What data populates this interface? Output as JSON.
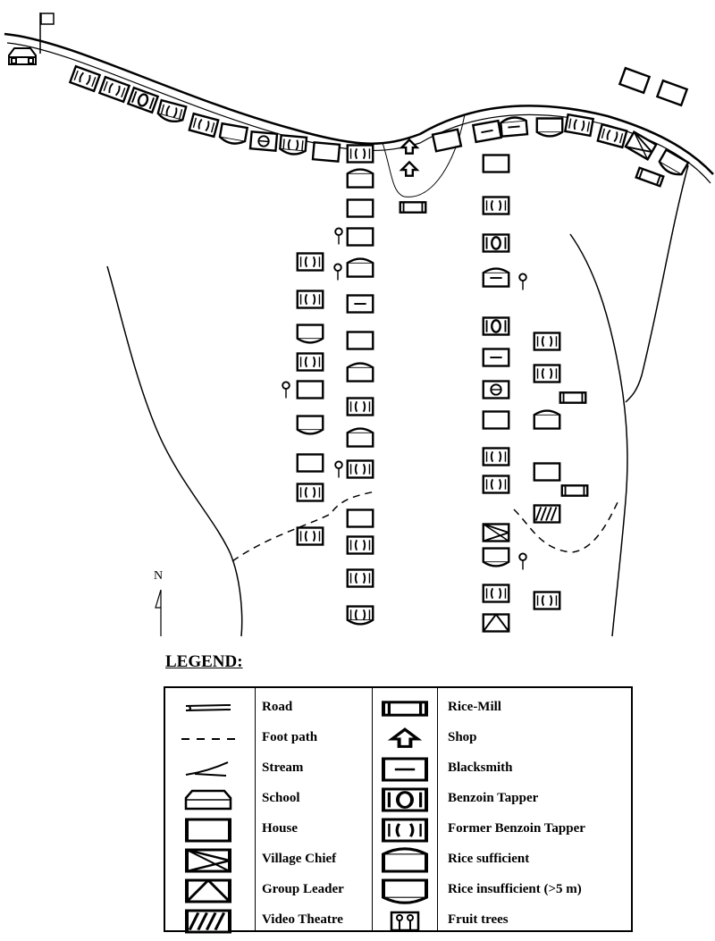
{
  "north_label": "N",
  "legend": {
    "title": "LEGEND:",
    "left": [
      {
        "icon": "road-icon",
        "label": "Road"
      },
      {
        "icon": "foot-path-icon",
        "label": "Foot path"
      },
      {
        "icon": "stream-icon",
        "label": "Stream"
      },
      {
        "icon": "school-icon",
        "label": "School"
      },
      {
        "icon": "house-icon",
        "label": "House"
      },
      {
        "icon": "village-chief-icon",
        "label": "Village Chief"
      },
      {
        "icon": "group-leader-icon",
        "label": "Group Leader"
      },
      {
        "icon": "video-theatre-icon",
        "label": "Video Theatre"
      }
    ],
    "right": [
      {
        "icon": "rice-mill-icon",
        "label": "Rice-Mill"
      },
      {
        "icon": "shop-icon",
        "label": "Shop"
      },
      {
        "icon": "blacksmith-icon",
        "label": "Blacksmith"
      },
      {
        "icon": "benzoin-tapper-icon",
        "label": "Benzoin Tapper"
      },
      {
        "icon": "former-benzoin-tapper-icon",
        "label": "Former Benzoin Tapper"
      },
      {
        "icon": "rice-sufficient-icon",
        "label": "Rice sufficient"
      },
      {
        "icon": "rice-insufficient-icon",
        "label": "Rice insufficient (>5 m)"
      },
      {
        "icon": "fruit-trees-icon",
        "label": "Fruit trees"
      }
    ]
  }
}
